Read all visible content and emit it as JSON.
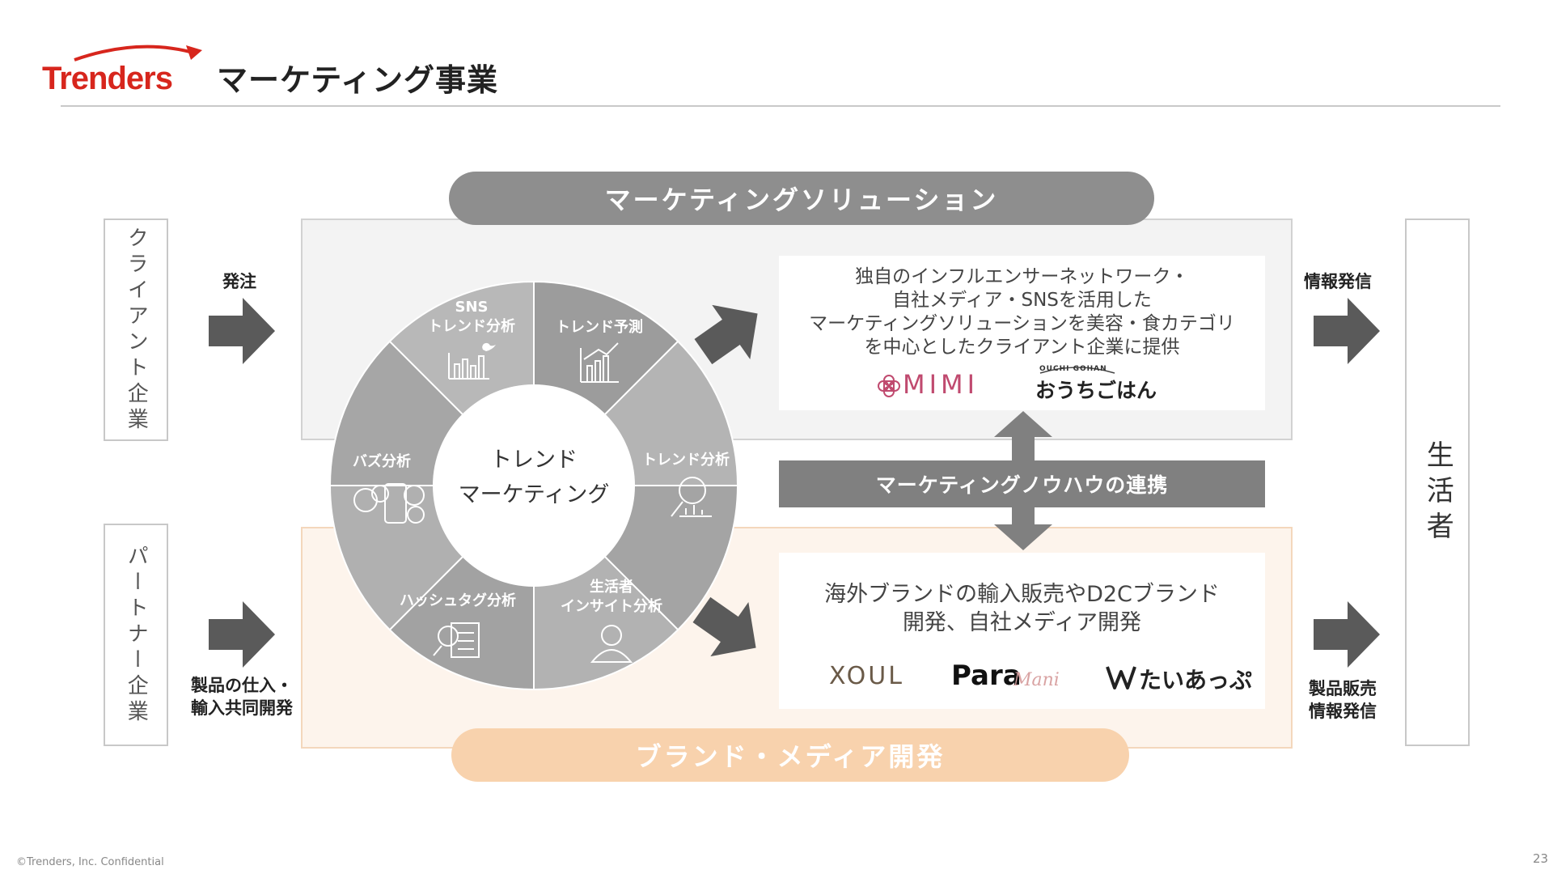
{
  "header": {
    "logo_text": "Trenders",
    "title": "マーケティング事業"
  },
  "left": {
    "client_label": "クライアント企業",
    "partner_label": "パートナー企業",
    "order_label": "発注",
    "goods_label_line1": "製品の仕入・",
    "goods_label_line2": "輸入共同開発"
  },
  "right": {
    "consumer_label": "生活者",
    "info_label": "情報発信",
    "sales_label_line1": "製品販売",
    "sales_label_line2": "情報発信"
  },
  "solution": {
    "pill_label": "マーケティングソリューション",
    "desc_lines": [
      "独自のインフルエンサーネットワーク・",
      "自社メディア・SNSを活用した",
      "マーケティングソリューションを美容・食カテゴリ",
      "を中心としたクライアント企業に提供"
    ],
    "brands": {
      "mimi": "MIMI",
      "gohan_small": "OUCHI GOHAN",
      "gohan": "おうちごはん"
    }
  },
  "knowhow": {
    "label": "マーケティングノウハウの連携"
  },
  "brand_dev": {
    "pill_label": "ブランド・メディア開発",
    "desc_lines": [
      "海外ブランドの輸入販売やD2Cブランド",
      "開発、自社メディア開発"
    ],
    "brands": {
      "xoul": "XOUL",
      "para": "Para",
      "para_script": "Mani",
      "tai": "たいあっぷ"
    }
  },
  "wheel": {
    "center_line1": "トレンド",
    "center_line2": "マーケティング",
    "segments": {
      "sns_line1": "SNS",
      "sns_line2": "トレンド分析",
      "forecast": "トレンド予測",
      "trend_analysis": "トレンド分析",
      "insight_line1": "生活者",
      "insight_line2": "インサイト分析",
      "hashtag": "ハッシュタグ分析",
      "buzz": "バズ分析"
    }
  },
  "colors": {
    "brand_red": "#d7261d",
    "gray_dark": "#808080",
    "peach": "#f8d2ad"
  },
  "footer": {
    "copyright": "©Trenders, Inc. Confidential",
    "page_number": "23"
  }
}
